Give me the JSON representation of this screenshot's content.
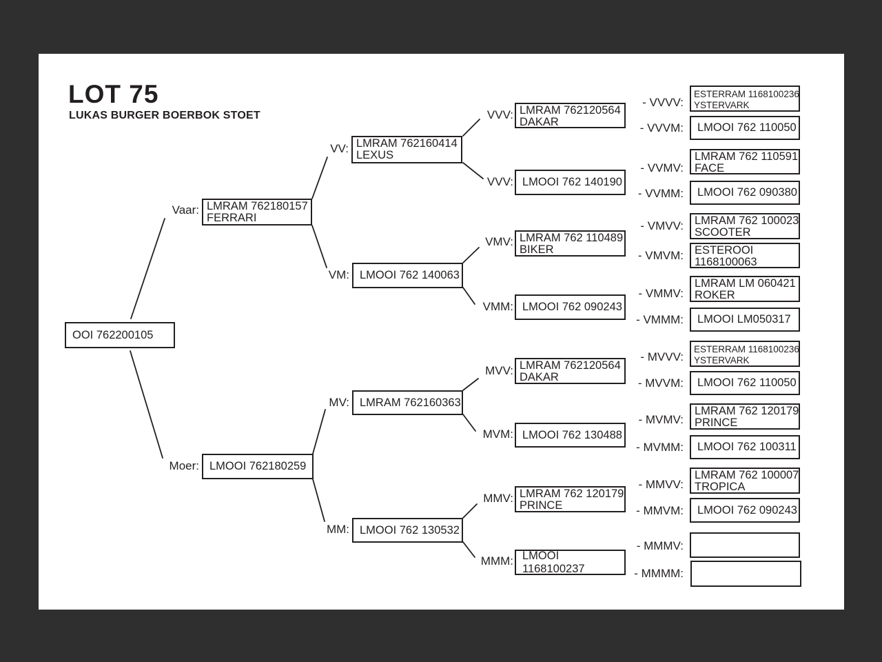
{
  "header": {
    "title": "LOT 75",
    "subtitle": "LUKAS BURGER BOERBOK STOET"
  },
  "colors": {
    "page_bg": "#ffffff",
    "frame_bg": "#2f2f2f",
    "ink": "#231f20"
  },
  "nodes": {
    "root": {
      "line1": "OOI 762200105"
    },
    "vaar": {
      "label": "Vaar:",
      "line1": "LMRAM 762180157",
      "line2": "FERRARI"
    },
    "moer": {
      "label": "Moer:",
      "line1": "LMOOI 762180259"
    },
    "vv": {
      "label": "VV:",
      "line1": "LMRAM 762160414",
      "line2": "LEXUS"
    },
    "vm": {
      "label": "VM:",
      "line1": "LMOOI 762 140063"
    },
    "mv": {
      "label": "MV:",
      "line1": "LMRAM 762160363"
    },
    "mm": {
      "label": "MM:",
      "line1": "LMOOI 762 130532"
    },
    "vvv1": {
      "label": "VVV:",
      "line1": "LMRAM 762120564",
      "line2": "DAKAR"
    },
    "vvv2": {
      "label": "VVV:",
      "line1": "LMOOI 762 140190"
    },
    "vmv": {
      "label": "VMV:",
      "line1": "LMRAM 762 110489",
      "line2": "BIKER"
    },
    "vmm": {
      "label": "VMM:",
      "line1": "LMOOI 762 090243"
    },
    "mvv": {
      "label": "MVV:",
      "line1": "LMRAM 762120564",
      "line2": "DAKAR"
    },
    "mvm": {
      "label": "MVM:",
      "line1": "LMOOI 762 130488"
    },
    "mmv": {
      "label": "MMV:",
      "line1": "LMRAM 762 120179",
      "line2": "PRINCE"
    },
    "mmm": {
      "label": "MMM:",
      "line1": "LMOOI 1168100237"
    },
    "vvvv": {
      "label": "- VVVV:",
      "line1": "ESTERRAM 1168100236",
      "line2": "YSTERVARK"
    },
    "vvvm": {
      "label": "- VVVM:",
      "line1": "LMOOI 762 110050"
    },
    "vvmv": {
      "label": "- VVMV:",
      "line1": "LMRAM 762 110591",
      "line2": "FACE"
    },
    "vvmm": {
      "label": "- VVMM:",
      "line1": "LMOOI 762 090380"
    },
    "vmvv": {
      "label": "- VMVV:",
      "line1": "LMRAM 762 100023",
      "line2": "SCOOTER"
    },
    "vmvm": {
      "label": "- VMVM:",
      "line1": "ESTEROOI",
      "line2": "1168100063"
    },
    "vmmv": {
      "label": "- VMMV:",
      "line1": "LMRAM LM 060421",
      "line2": "ROKER"
    },
    "vmmm": {
      "label": "- VMMM:",
      "line1": "LMOOI LM050317"
    },
    "mvvv": {
      "label": "- MVVV:",
      "line1": "ESTERRAM 1168100236",
      "line2": "YSTERVARK"
    },
    "mvvm": {
      "label": "- MVVM:",
      "line1": "LMOOI 762 110050"
    },
    "mvmv": {
      "label": "- MVMV:",
      "line1": "LMRAM 762 120179",
      "line2": "PRINCE"
    },
    "mvmm": {
      "label": "- MVMM:",
      "line1": "LMOOI 762 100311"
    },
    "mmvv": {
      "label": "- MMVV:",
      "line1": "LMRAM 762 100007",
      "line2": "TROPICA"
    },
    "mmvm": {
      "label": "- MMVM:",
      "line1": "LMOOI 762 090243"
    },
    "mmmv": {
      "label": "- MMMV:"
    },
    "mmmm": {
      "label": "- MMMM:"
    }
  }
}
